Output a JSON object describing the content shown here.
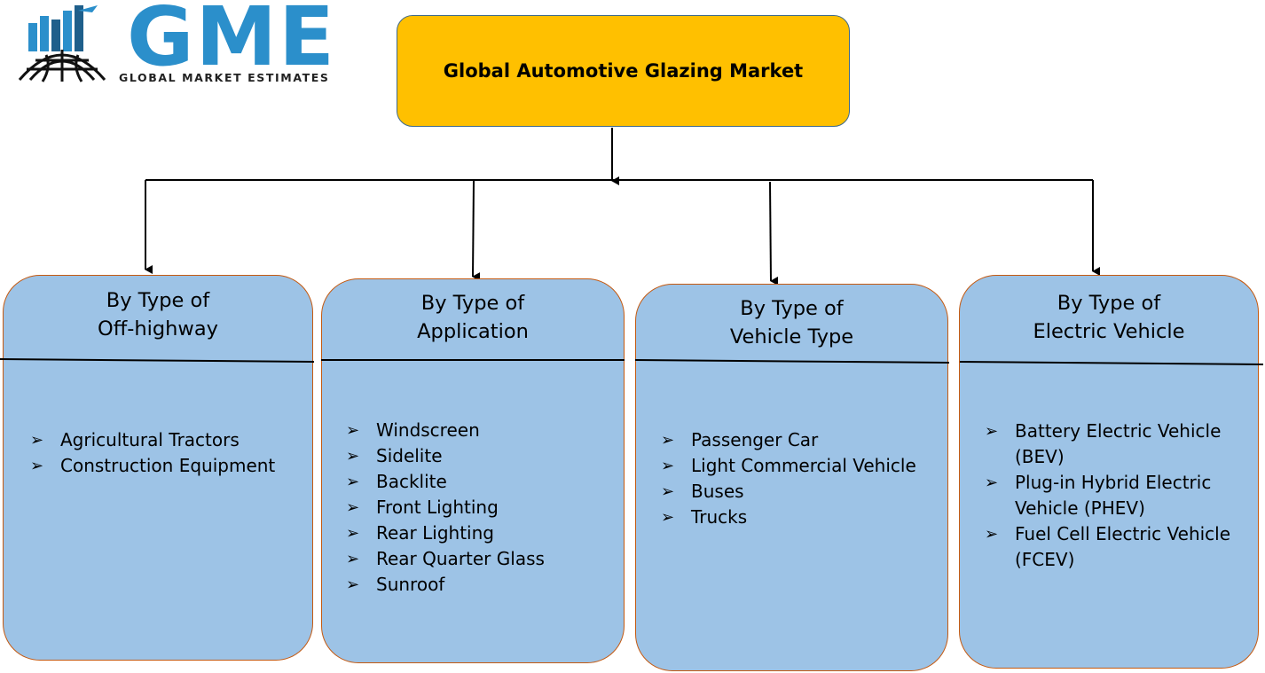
{
  "logo": {
    "wordmark": "GME",
    "subtitle": "GLOBAL MARKET ESTIMATES"
  },
  "root": {
    "title": "Global Automotive Glazing Market"
  },
  "bullet_glyph": "➢",
  "colors": {
    "root_fill": "#ffc000",
    "category_fill": "#9dc3e6",
    "category_border": "#c55a11",
    "logo_blue": "#2b8fcb"
  },
  "categories": [
    {
      "title_line1": "By Type of",
      "title_line2": "Off-highway",
      "items": [
        "Agricultural Tractors",
        "Construction Equipment"
      ]
    },
    {
      "title_line1": "By Type of",
      "title_line2": "Application",
      "items": [
        "Windscreen",
        "Sidelite",
        "Backlite",
        "Front Lighting",
        "Rear Lighting",
        "Rear Quarter Glass",
        "Sunroof"
      ]
    },
    {
      "title_line1": "By Type of",
      "title_line2": "Vehicle Type",
      "items": [
        "Passenger Car",
        "Light Commercial Vehicle",
        "Buses",
        "Trucks"
      ]
    },
    {
      "title_line1": "By Type of",
      "title_line2": "Electric Vehicle",
      "items": [
        "Battery Electric Vehicle",
        "(BEV)",
        "Plug-in Hybrid Electric",
        "Vehicle (PHEV)",
        "Fuel Cell Electric Vehicle",
        "(FCEV)"
      ],
      "bulleted": [
        true,
        false,
        true,
        false,
        true,
        false
      ]
    }
  ]
}
